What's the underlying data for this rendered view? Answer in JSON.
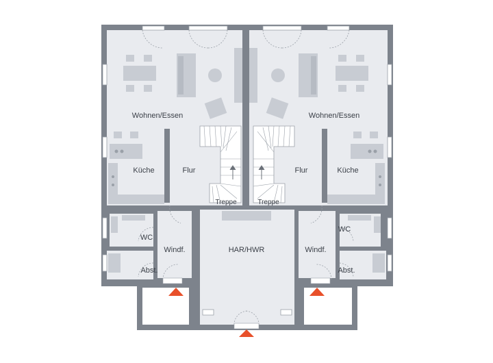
{
  "colors": {
    "wall": "#7d838c",
    "floor": "#e9ebef",
    "furniture": "#c8ccd3",
    "line": "#9aa0a8",
    "entry_marker": "#e8502a"
  },
  "rooms": {
    "wohnen_left": "Wohnen/Essen",
    "wohnen_right": "Wohnen/Essen",
    "kueche_left": "Küche",
    "kueche_right": "Küche",
    "flur_left": "Flur",
    "flur_right": "Flur",
    "treppe_left": "Treppe",
    "treppe_right": "Treppe",
    "wc_left": "WC",
    "wc_right": "WC",
    "windf_left": "Windf.",
    "windf_right": "Windf.",
    "abst_left": "Abst.",
    "abst_right": "Abst.",
    "har_hwr": "HAR/HWR"
  }
}
